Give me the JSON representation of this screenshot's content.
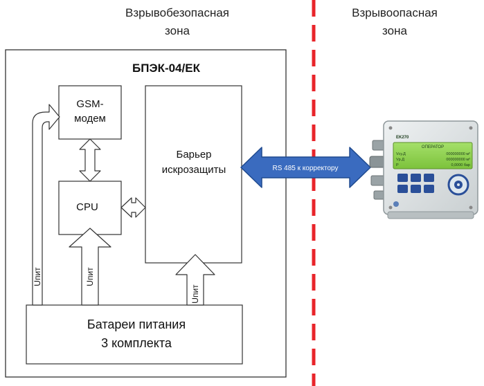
{
  "zones": {
    "safe_line1": "Взрывобезопасная",
    "safe_line2": "зона",
    "hazard_line1": "Взрывоопасная",
    "hazard_line2": "зона"
  },
  "unit": {
    "title": "БПЭК-04/ЕК"
  },
  "blocks": {
    "gsm_line1": "GSM-",
    "gsm_line2": "модем",
    "cpu": "CPU",
    "barrier_line1": "Барьер",
    "barrier_line2": "искрозащиты",
    "battery_line1": "Батареи питания",
    "battery_line2": "3 комплекта"
  },
  "power_labels": {
    "left": "Uпит",
    "middle": "Uпит",
    "right": "Uпит"
  },
  "link": {
    "label": "RS 485 к корректору"
  },
  "device": {
    "brand": "EK270",
    "screen_header": "ОПЕРАТОР",
    "row1_label": "Vсу.Д",
    "row1_value": "000000000 м³",
    "row2_label": "Vр.Д",
    "row2_value": "000000000 м³",
    "row3_label": "P",
    "row3_value": "0,0000 бар"
  },
  "colors": {
    "divider": "#e8242a",
    "link_arrow": "#3a6bbf",
    "link_arrow_edge": "#1f4a8f",
    "device_body": "#dfe3e4",
    "device_screen": "#8fd14c",
    "device_button": "#2a4f99"
  }
}
